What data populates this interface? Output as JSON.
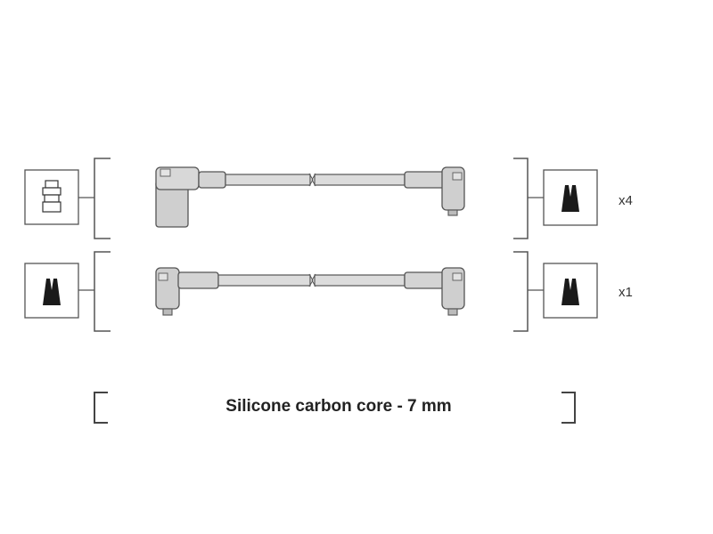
{
  "sets": [
    {
      "quantity_label": "x4",
      "left_connector": "straight-boot-icon",
      "right_connector": "angled-boot-icon"
    },
    {
      "quantity_label": "x1",
      "left_connector": "angled-boot-icon",
      "right_connector": "angled-boot-icon"
    }
  ],
  "spec_text": "Silicone carbon core - 7 mm",
  "colors": {
    "line": "#555555",
    "lead_fill": "#dcdcdc",
    "boot_fill": "#cfcfcf",
    "icon_fill": "#1a1a1a"
  }
}
